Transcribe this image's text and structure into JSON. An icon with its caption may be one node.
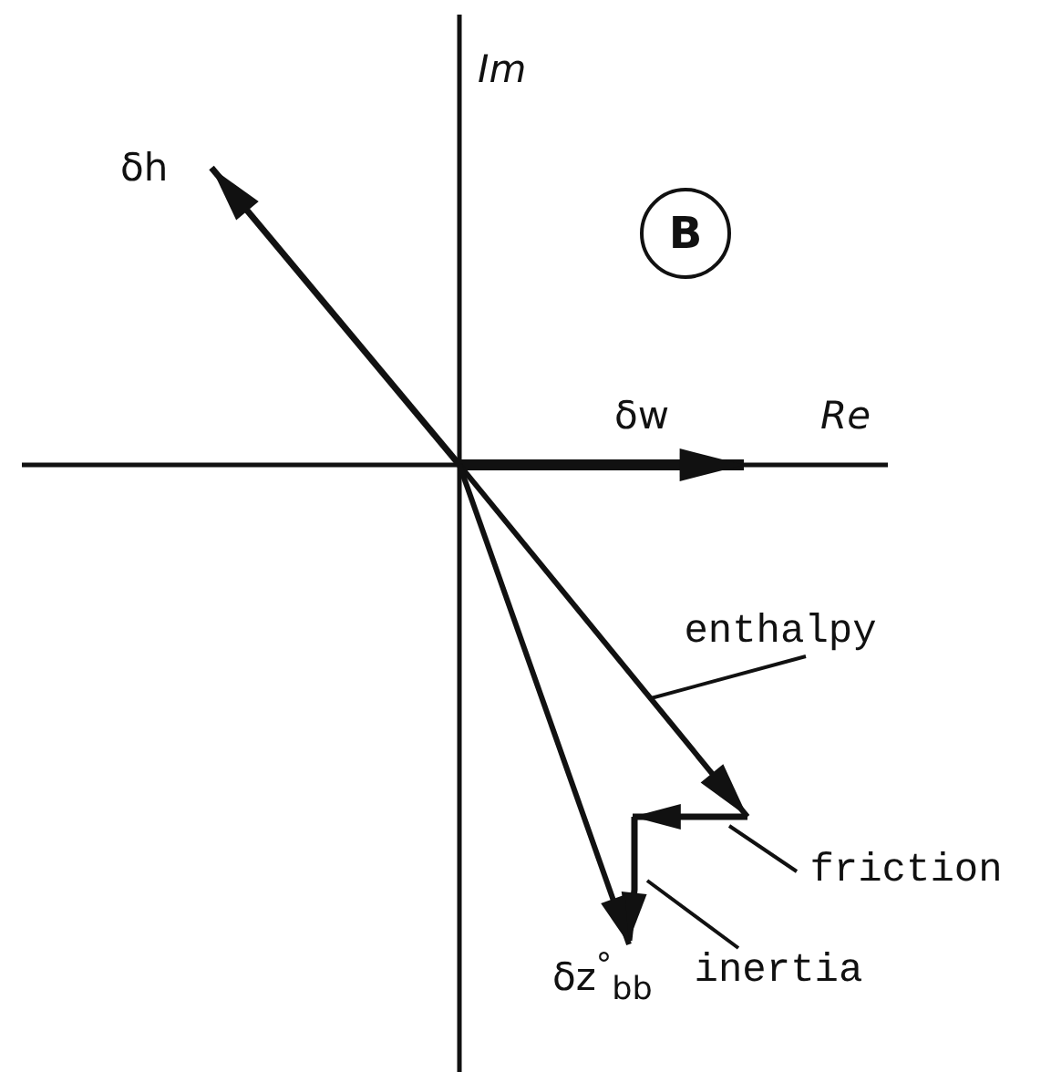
{
  "diagram": {
    "nodes": [
      {
        "text": [
          "B"
        ]
      },
      {
        "text": [
          "enthalpy"
        ]
      },
      {
        "text": [
          "friction"
        ]
      },
      {
        "text": [
          "inertia"
        ]
      }
    ],
    "edges": [
      {
        "from": 1,
        "to": null,
        "arrow": "none"
      },
      {
        "from": 2,
        "to": null,
        "arrow": "none"
      },
      {
        "from": 3,
        "to": null,
        "arrow": "none"
      }
    ],
    "labels": [
      "Im",
      "δh",
      "δw",
      "Re",
      "δz$^{°}$$_{bb}$"
    ]
  }
}
